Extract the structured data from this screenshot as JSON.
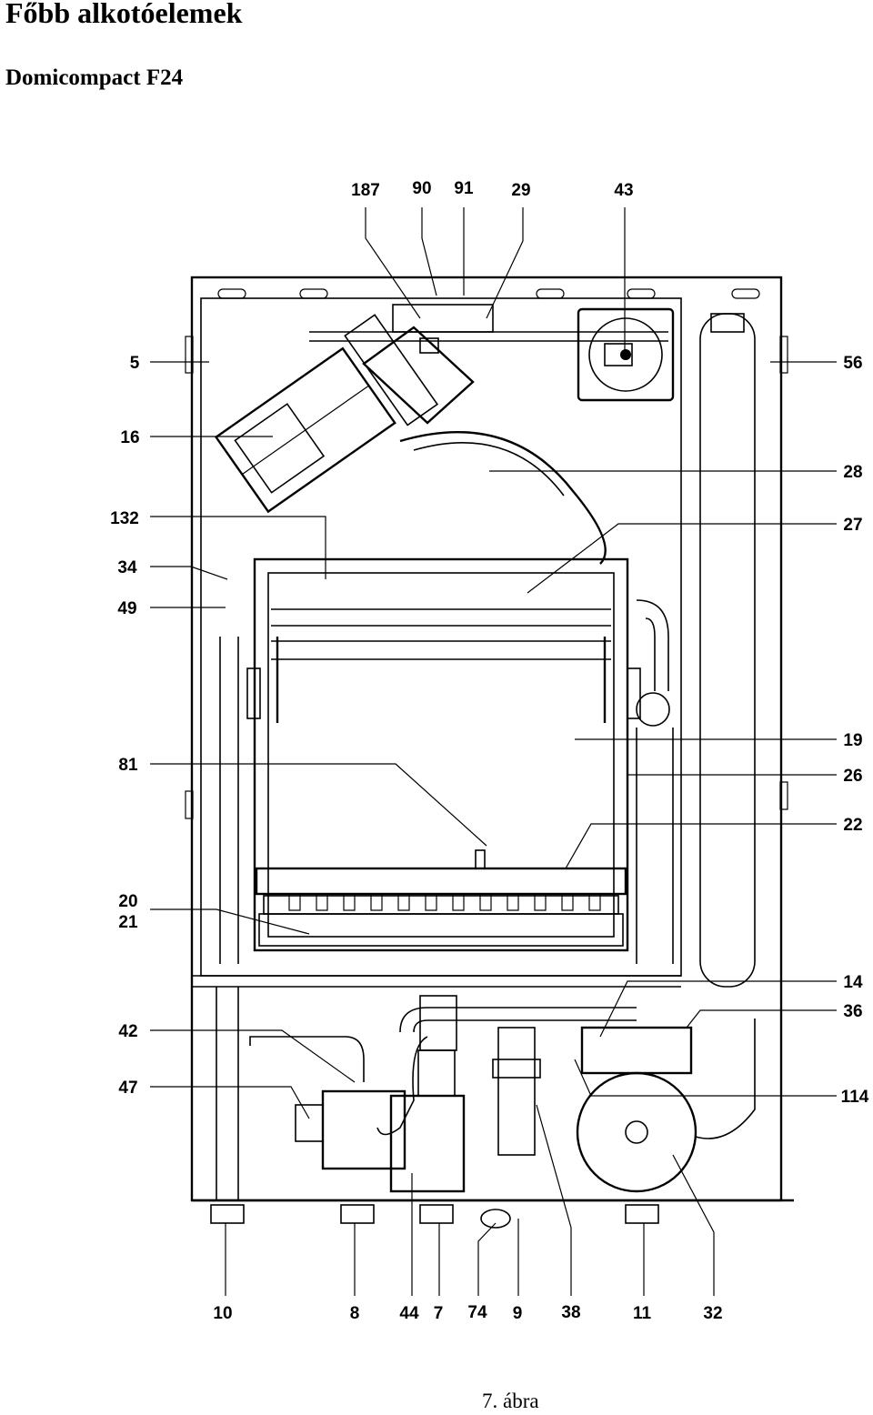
{
  "title": "Főbb alkotóelemek",
  "subtitle": "Domicompact F24",
  "caption": "7. ábra",
  "callouts": [
    {
      "id": "187",
      "text": "187"
    },
    {
      "id": "90",
      "text": "90"
    },
    {
      "id": "91",
      "text": "91"
    },
    {
      "id": "29",
      "text": "29"
    },
    {
      "id": "43",
      "text": "43"
    },
    {
      "id": "5",
      "text": "5"
    },
    {
      "id": "56",
      "text": "56"
    },
    {
      "id": "16",
      "text": "16"
    },
    {
      "id": "28",
      "text": "28"
    },
    {
      "id": "132",
      "text": "132"
    },
    {
      "id": "27",
      "text": "27"
    },
    {
      "id": "34",
      "text": "34"
    },
    {
      "id": "49",
      "text": "49"
    },
    {
      "id": "19",
      "text": "19"
    },
    {
      "id": "81",
      "text": "81"
    },
    {
      "id": "26",
      "text": "26"
    },
    {
      "id": "22",
      "text": "22"
    },
    {
      "id": "20",
      "text": "20"
    },
    {
      "id": "21",
      "text": "21"
    },
    {
      "id": "14",
      "text": "14"
    },
    {
      "id": "42",
      "text": "42"
    },
    {
      "id": "36",
      "text": "36"
    },
    {
      "id": "47",
      "text": "47"
    },
    {
      "id": "114",
      "text": "114"
    },
    {
      "id": "10",
      "text": "10"
    },
    {
      "id": "8",
      "text": "8"
    },
    {
      "id": "44",
      "text": "44"
    },
    {
      "id": "7",
      "text": "7"
    },
    {
      "id": "74",
      "text": "74"
    },
    {
      "id": "9",
      "text": "9"
    },
    {
      "id": "38",
      "text": "38"
    },
    {
      "id": "11",
      "text": "11"
    },
    {
      "id": "32",
      "text": "32"
    }
  ]
}
